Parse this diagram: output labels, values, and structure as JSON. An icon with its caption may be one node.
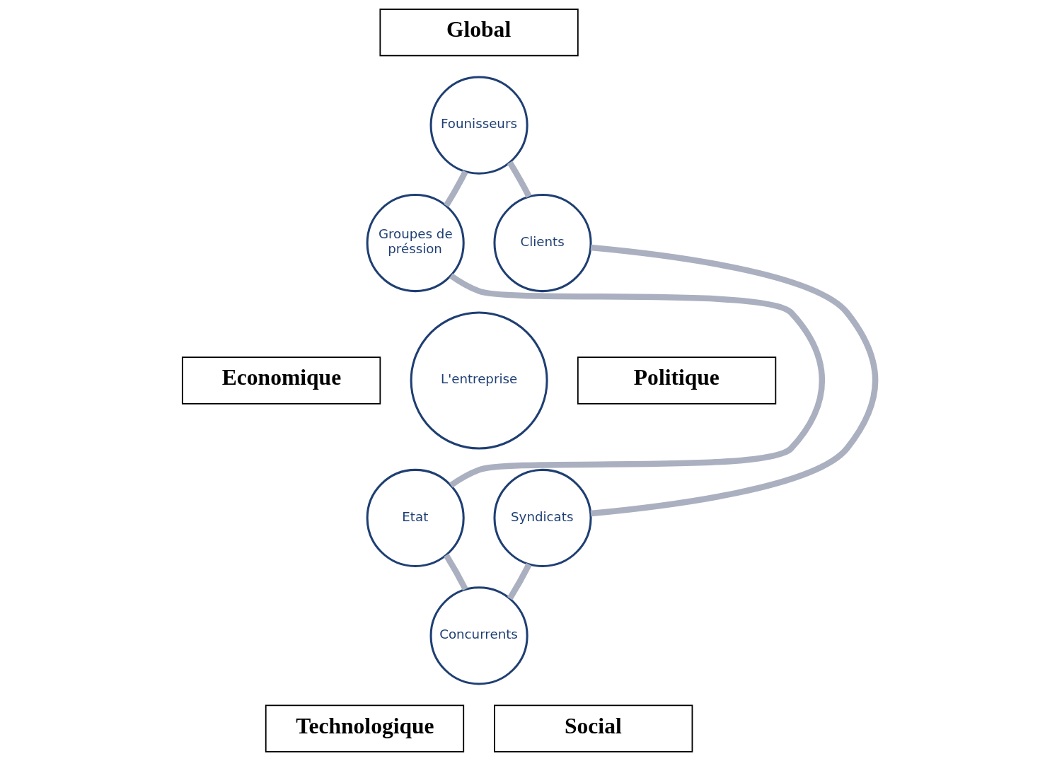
{
  "diagram": {
    "nodes": [
      {
        "text": [
          "Global"
        ]
      },
      {
        "text": [
          "Founisseurs"
        ]
      },
      {
        "text": [
          "Groupes de préssion"
        ]
      },
      {
        "text": [
          "Clients"
        ]
      },
      {
        "text": [
          "Economique"
        ]
      },
      {
        "text": [
          "L'entreprise"
        ]
      },
      {
        "text": [
          "Politique"
        ]
      },
      {
        "text": [
          "Etat"
        ]
      },
      {
        "text": [
          "Syndicats"
        ]
      },
      {
        "text": [
          "Concurrents"
        ]
      },
      {
        "text": [
          "Technologique"
        ]
      },
      {
        "text": [
          "Social"
        ]
      }
    ],
    "edges": [
      {
        "from": 1,
        "to": 3,
        "arrow": "none"
      },
      {
        "from": 3,
        "to": 8,
        "arrow": "none"
      },
      {
        "from": 8,
        "to": 9,
        "arrow": "none"
      },
      {
        "from": 9,
        "to": 7,
        "arrow": "none"
      },
      {
        "from": 7,
        "to": 2,
        "arrow": "none"
      },
      {
        "from": 2,
        "to": 1,
        "arrow": "none"
      }
    ]
  }
}
